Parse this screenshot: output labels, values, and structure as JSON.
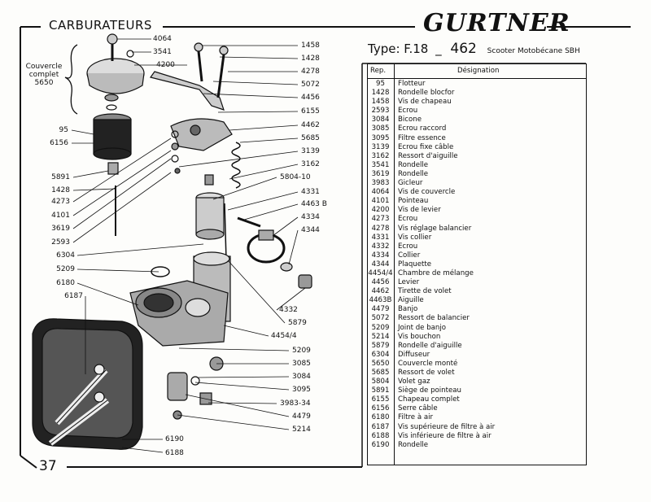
{
  "header": {
    "section_title": "CARBURATEURS",
    "brand": "GURTNER",
    "type_prefix": "Type: F.18",
    "type_number": "462",
    "type_model": "Scooter Motobécane SBH"
  },
  "assembly_label": [
    "Couvercle",
    "complet",
    "5650"
  ],
  "page_number": "37",
  "legend": {
    "col_rep": "Rep.",
    "col_designation": "Désignation",
    "rows": [
      {
        "rep": "95",
        "designation": "Flotteur"
      },
      {
        "rep": "1428",
        "designation": "Rondelle blocfor"
      },
      {
        "rep": "1458",
        "designation": "Vis de chapeau"
      },
      {
        "rep": "2593",
        "designation": "Ecrou"
      },
      {
        "rep": "3084",
        "designation": "Bicone"
      },
      {
        "rep": "3085",
        "designation": "Ecrou raccord"
      },
      {
        "rep": "3095",
        "designation": "Filtre essence"
      },
      {
        "rep": "3139",
        "designation": "Ecrou fixe câble"
      },
      {
        "rep": "3162",
        "designation": "Ressort d'aiguille"
      },
      {
        "rep": "3541",
        "designation": "Rondelle"
      },
      {
        "rep": "3619",
        "designation": "Rondelle"
      },
      {
        "rep": "3983",
        "designation": "Gicleur"
      },
      {
        "rep": "4064",
        "designation": "Vis de couvercle"
      },
      {
        "rep": "4101",
        "designation": "Pointeau"
      },
      {
        "rep": "4200",
        "designation": "Vis de levier"
      },
      {
        "rep": "4273",
        "designation": "Ecrou"
      },
      {
        "rep": "4278",
        "designation": "Vis réglage balancier"
      },
      {
        "rep": "4331",
        "designation": "Vis collier"
      },
      {
        "rep": "4332",
        "designation": "Ecrou"
      },
      {
        "rep": "4334",
        "designation": "Collier"
      },
      {
        "rep": "4344",
        "designation": "Plaquette"
      },
      {
        "rep": "4454/4",
        "designation": "Chambre de mélange"
      },
      {
        "rep": "4456",
        "designation": "Levier"
      },
      {
        "rep": "4462",
        "designation": "Tirette de volet"
      },
      {
        "rep": "4463B",
        "designation": "Aiguille"
      },
      {
        "rep": "4479",
        "designation": "Banjo"
      },
      {
        "rep": "5072",
        "designation": "Ressort de balancier"
      },
      {
        "rep": "5209",
        "designation": "Joint de banjo"
      },
      {
        "rep": "5214",
        "designation": "Vis bouchon"
      },
      {
        "rep": "5879",
        "designation": "Rondelle d'aiguille"
      },
      {
        "rep": "6304",
        "designation": "Diffuseur"
      },
      {
        "rep": "5650",
        "designation": "Couvercle monté"
      },
      {
        "rep": "5685",
        "designation": "Ressort de volet"
      },
      {
        "rep": "5804",
        "designation": "Volet gaz"
      },
      {
        "rep": "5891",
        "designation": "Siège de pointeau"
      },
      {
        "rep": "6155",
        "designation": "Chapeau complet"
      },
      {
        "rep": "6156",
        "designation": "Serre câble"
      },
      {
        "rep": "6180",
        "designation": "Filtre à air"
      },
      {
        "rep": "6187",
        "designation": "Vis supérieure de filtre à air"
      },
      {
        "rep": "6188",
        "designation": "Vis inférieure de filtre à air"
      },
      {
        "rep": "6190",
        "designation": "Rondelle"
      }
    ]
  },
  "callouts": {
    "c4064": "4064",
    "c3541": "3541",
    "c4200": "4200",
    "c1458": "1458",
    "c1428a": "1428",
    "c4278": "4278",
    "c5072": "5072",
    "c4456": "4456",
    "c6155": "6155",
    "c4462": "4462",
    "c5685": "5685",
    "c3139": "3139",
    "c3162": "3162",
    "c5804": "5804-10",
    "c4331": "4331",
    "c4463": "4463 B",
    "c4334": "4334",
    "c4344": "4344",
    "c4332": "4332",
    "c5879": "5879",
    "c4454": "4454/4",
    "c5209r": "5209",
    "c3085": "3085",
    "c3084": "3084",
    "c3095": "3095",
    "c3983": "3983-34",
    "c4479": "4479",
    "c5214": "5214",
    "c95": "95",
    "c6156": "6156",
    "c5891": "5891",
    "c1428b": "1428",
    "c4273": "4273",
    "c4101": "4101",
    "c3619": "3619",
    "c2593": "2593",
    "c6304": "6304",
    "c5209l": "5209",
    "c6180": "6180",
    "c6187": "6187",
    "c6190": "6190",
    "c6188": "6188"
  }
}
